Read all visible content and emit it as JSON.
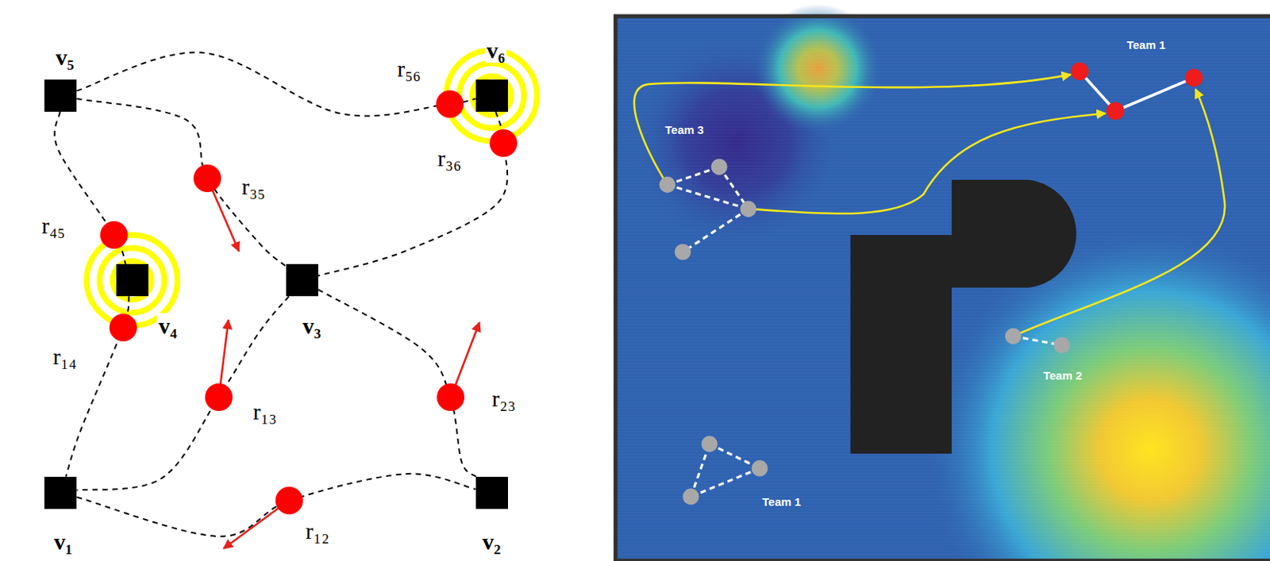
{
  "diagram": {
    "nodes": [
      {
        "text": [
          "v₅"
        ]
      },
      {
        "text": [
          "r₅₆"
        ]
      },
      {
        "text": [
          "v₆"
        ]
      },
      {
        "text": [
          "r₃₆"
        ]
      },
      {
        "text": [
          "r₃₅"
        ]
      },
      {
        "text": [
          "r₄₅"
        ]
      },
      {
        "text": [
          "v₄"
        ]
      },
      {
        "text": [
          "v₃"
        ]
      },
      {
        "text": [
          "r₁₄"
        ]
      },
      {
        "text": [
          "r₁₃"
        ]
      },
      {
        "text": [
          "r₂₃"
        ]
      },
      {
        "text": [
          "v₁"
        ]
      },
      {
        "text": [
          "r₁₂"
        ]
      },
      {
        "text": [
          "v₂"
        ]
      }
    ],
    "edges": [
      {
        "from": 0,
        "to": 2,
        "arrow": "none"
      },
      {
        "from": 0,
        "to": 7,
        "arrow": "none"
      },
      {
        "from": 0,
        "to": 6,
        "arrow": "none"
      },
      {
        "from": 2,
        "to": 7,
        "arrow": "none"
      },
      {
        "from": 6,
        "to": 11,
        "arrow": "none"
      },
      {
        "from": 7,
        "to": 11,
        "arrow": "none"
      },
      {
        "from": 7,
        "to": 13,
        "arrow": "none"
      },
      {
        "from": 11,
        "to": 13,
        "arrow": "none"
      }
    ],
    "labels": [
      "Team 1",
      "Team 3",
      "Team 2",
      "Team 1"
    ]
  }
}
